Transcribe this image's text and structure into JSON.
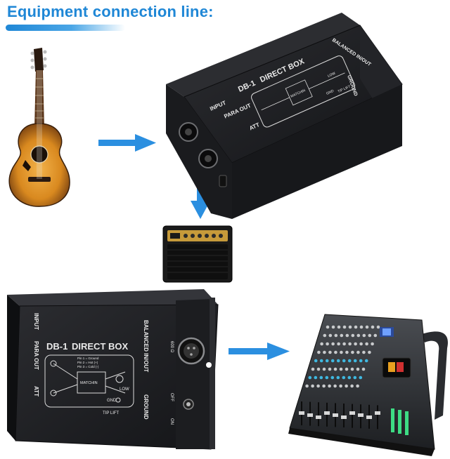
{
  "header": {
    "title": "Equipment connection line:"
  },
  "box_top": {
    "model": "DB-1",
    "name": "DIRECT BOX",
    "input_label": "INPUT",
    "para_out_label": "PARA OUT",
    "att_label": "ATT",
    "balanced_label": "BALANCED IN/OUT",
    "ground_label": "GROUND",
    "matchin_label": "MATCHIN",
    "low_label": "LOW",
    "gnd_label": "GND",
    "lift_label": "TIP LIFT"
  },
  "box_bottom": {
    "model": "DB-1",
    "name": "DIRECT BOX",
    "input_label": "INPUT",
    "para_out_label": "PARA OUT",
    "att_label": "ATT",
    "balanced_label": "BALANCED IN/OUT",
    "ground_label": "GROUND",
    "matchin_label": "MATCHIN",
    "low_label": "LOW",
    "gnd_label": "GND",
    "lift_label": "TIP LIFT",
    "pin1": "Pin 1 = Ground",
    "pin2": "Pin 2 = Hot (+)",
    "pin3": "Pin 3 = Cold (-)",
    "on_label": "ON",
    "off_label": "OFF",
    "ohm_label": "600 Ω"
  },
  "colors": {
    "title": "#1f87d6",
    "arrow": "#2b8fe0",
    "box_body": "#1e1f22",
    "guitar_body": "#d9891f"
  },
  "icons": [
    "guitar-icon",
    "amplifier-icon",
    "mixer-icon",
    "arrow-right-icon",
    "arrow-down-icon"
  ]
}
